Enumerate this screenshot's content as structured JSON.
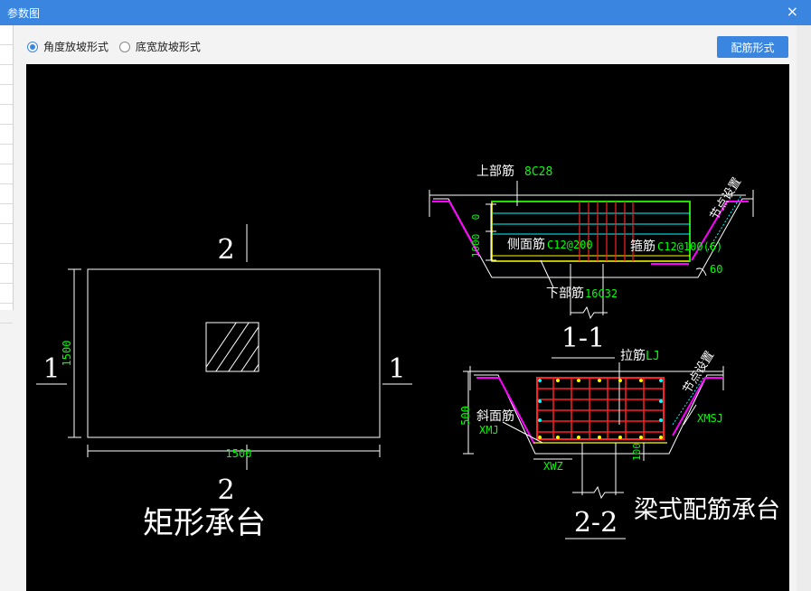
{
  "window": {
    "title": "参数图",
    "close_glyph": "×"
  },
  "options": {
    "radio_angle": "角度放坡形式",
    "radio_width": "底宽放坡形式",
    "selected": "radio_angle"
  },
  "toolbar": {
    "config_button": "配筋形式"
  },
  "drawing": {
    "plan": {
      "dim_vertical": "1500",
      "dim_horizontal": "1500",
      "marker_1": "1",
      "marker_2": "2",
      "caption": "矩形承台"
    },
    "section1": {
      "top_bar_label": "上部筋",
      "top_bar_value": "8C28",
      "side_bar_label": "侧面筋",
      "side_bar_value": "C12@200",
      "stirrup_label": "箍筋",
      "stirrup_value": "C12@100(6)",
      "bottom_bar_label": "下部筋",
      "bottom_bar_value": "16C32",
      "node_label": "节点设置",
      "angle": "60",
      "dim_0": "0",
      "dim_1": "1000",
      "title": "1-1"
    },
    "section2": {
      "tie_bar_label": "拉筋",
      "tie_bar_value": "LJ",
      "incline_bar_label": "斜面筋",
      "incline_bar_value": "XMJ",
      "node_label": "节点设置",
      "xmsj": "XMSJ",
      "xwz": "XWZ",
      "dim_500": "500",
      "dim_100": "100",
      "title": "2-2"
    },
    "caption_beam": "梁式配筋承台"
  },
  "colors": {
    "title_bar": "#3a85e0",
    "cad_bg": "#000000",
    "green_text": "#00ff00",
    "rebar_red": "#ff2020",
    "magenta": "#ff00ff",
    "cyan": "#00ffff",
    "yellow": "#ffff00"
  }
}
